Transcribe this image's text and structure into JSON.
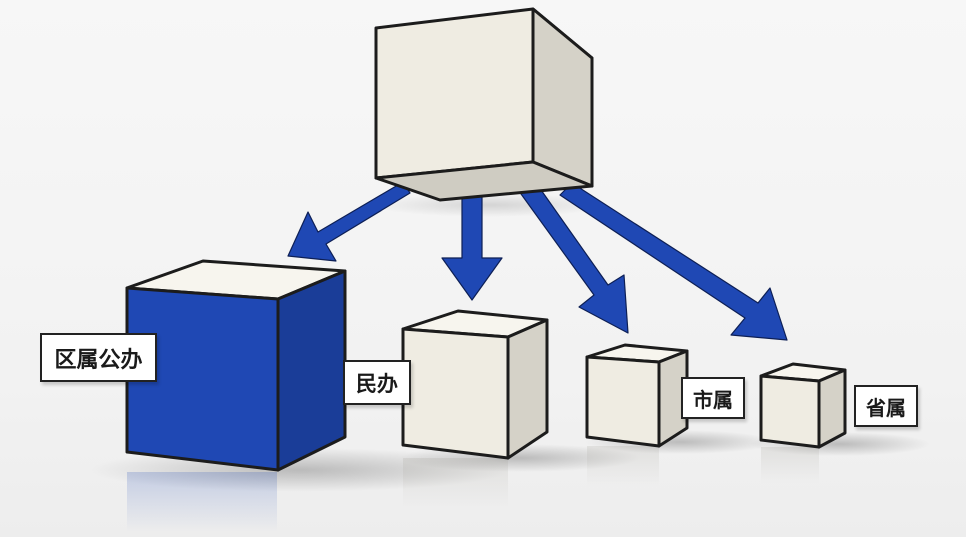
{
  "labels": {
    "district_public": "区属公办",
    "private": "民办",
    "city": "市属",
    "province": "省属"
  },
  "icons": {
    "source_cube": "cube-icon",
    "arrows": "arrow-down-icon"
  },
  "colors": {
    "accent_blue": "#1f48b4",
    "cube_light": "#efece2",
    "cube_top": "#f7f5ee",
    "cube_side": "#d5d2c8",
    "outline": "#1c1c1c",
    "background": "#f4f4f4"
  }
}
